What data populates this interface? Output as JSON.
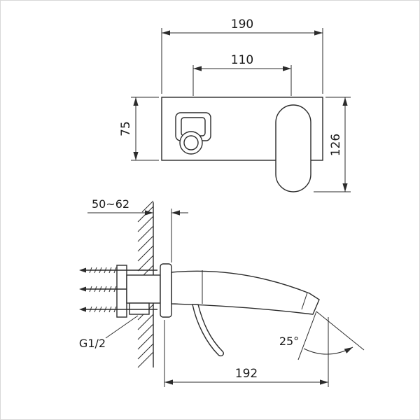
{
  "labels": {
    "front": {
      "overall_width": "190",
      "port_spacing": "110",
      "plate_height": "75",
      "overall_height": "126"
    },
    "side": {
      "install_depth": "50~62",
      "inlet_thread": "G1/2",
      "spray_angle": "25°",
      "spout_reach": "192"
    }
  },
  "colors": {
    "line": "#2b2b2b",
    "background": "#ffffff",
    "border": "#d8d8d8"
  }
}
